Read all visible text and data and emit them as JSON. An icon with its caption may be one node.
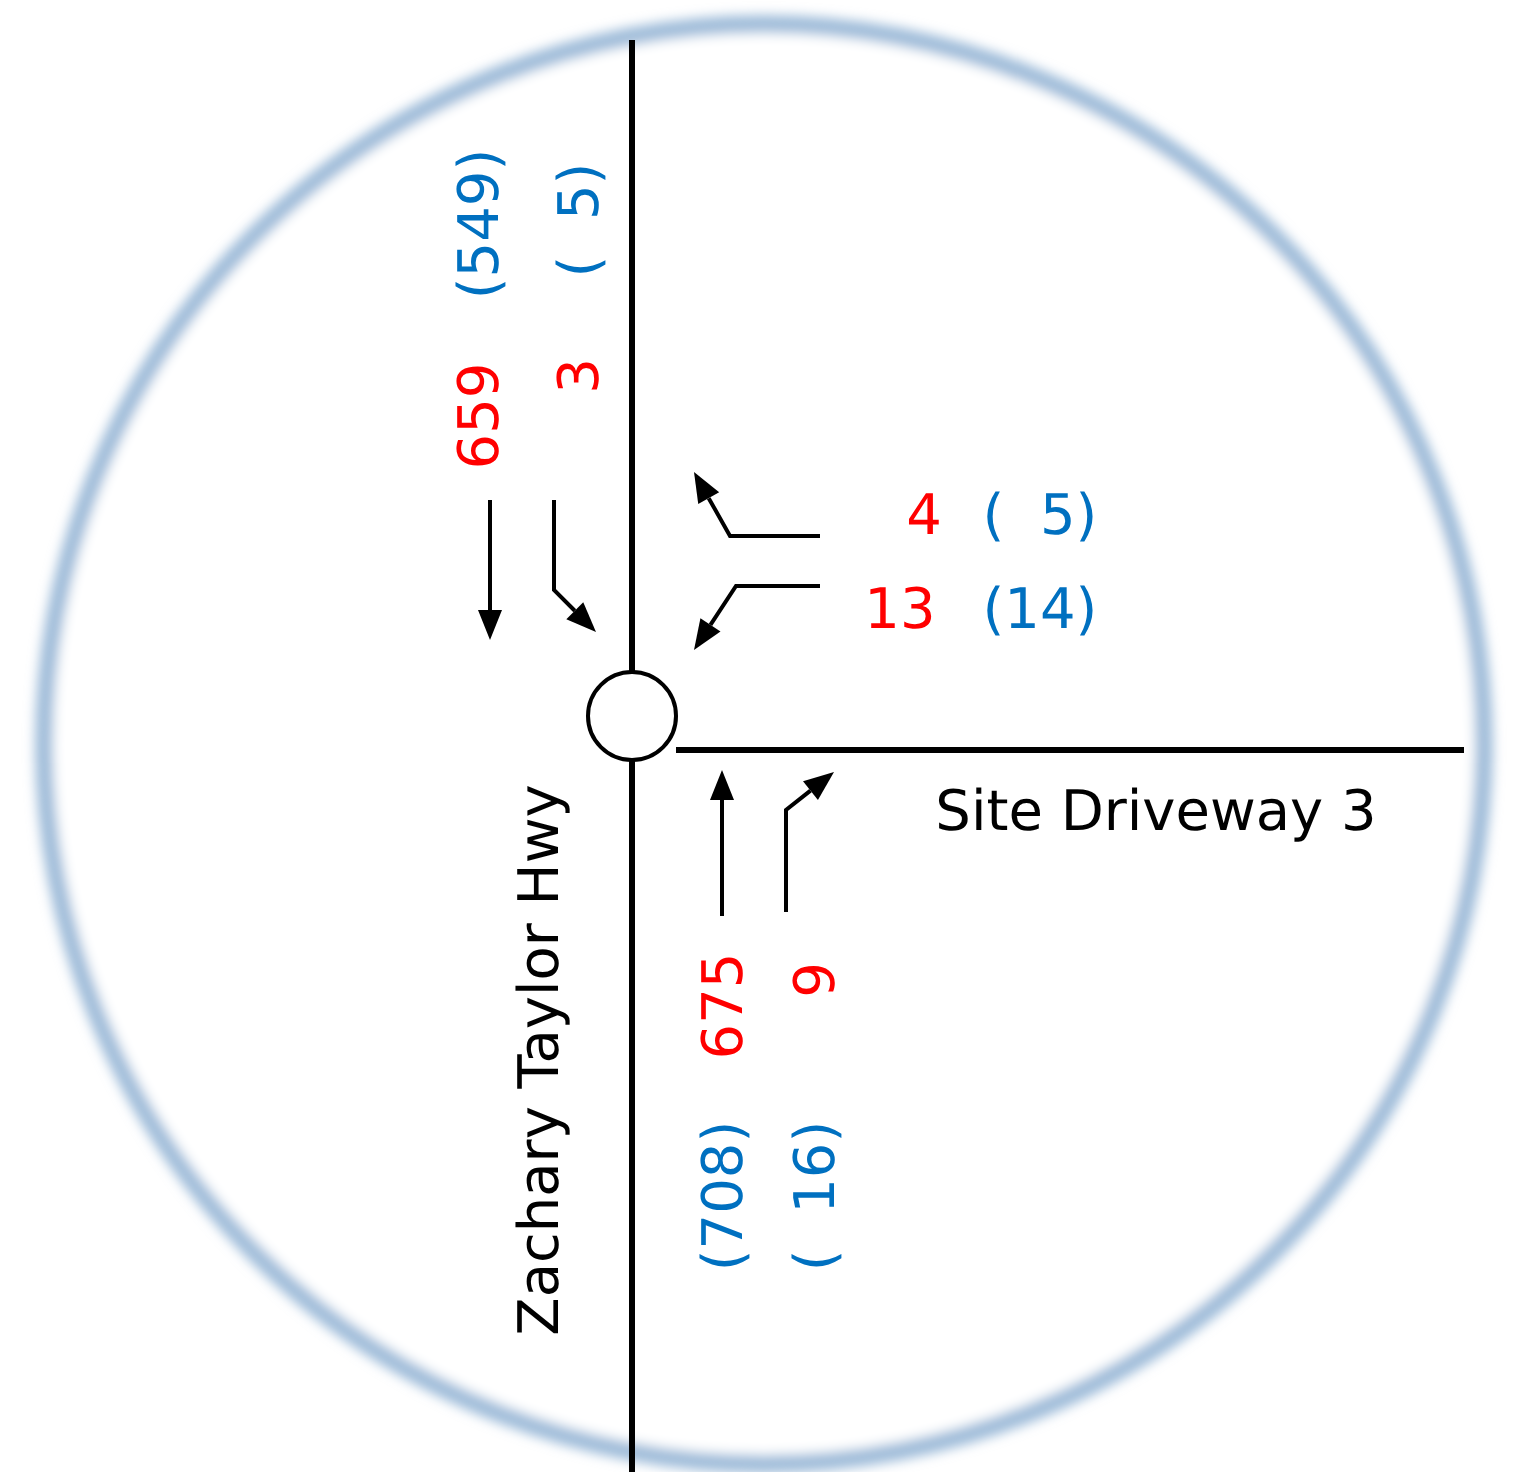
{
  "diagram": {
    "nodes": [
      {
        "text": [],
        "shape": "circle"
      }
    ],
    "labels": [
      "659",
      "(549)",
      "3",
      "(  5)",
      "4",
      "(  5)",
      "13",
      "(14)",
      "Zachary Taylor Hwy",
      "Site Driveway 3",
      "(708)",
      "675",
      "(  16)",
      "9"
    ]
  }
}
